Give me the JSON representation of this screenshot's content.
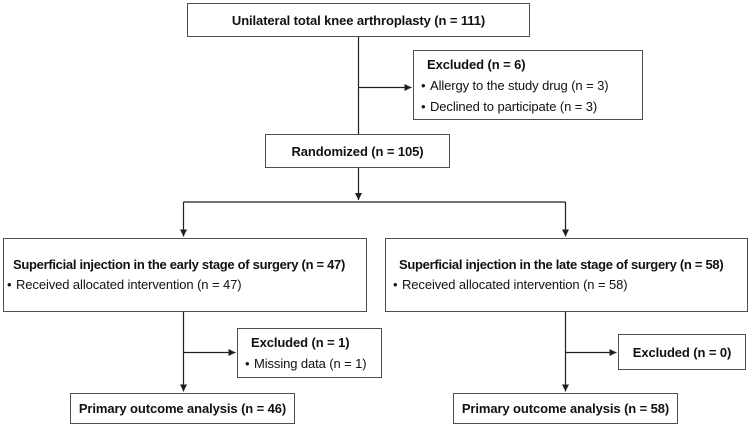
{
  "colors": {
    "background": "#ffffff",
    "box_border": "#4f4f4f",
    "connector": "#1f1f1f",
    "text": "#111111"
  },
  "flowchart": {
    "enrollment": {
      "label": "Unilateral total knee arthroplasty (n = 111)"
    },
    "excluded_enrollment": {
      "title": "Excluded (n = 6)",
      "bullets": [
        "Allergy to the study drug (n = 3)",
        "Declined to participate (n = 3)"
      ]
    },
    "randomized": {
      "label": "Randomized (n = 105)"
    },
    "arm_early": {
      "title": "Superficial injection in the early stage of surgery (n = 47)",
      "bullets": [
        "Received allocated intervention (n = 47)"
      ]
    },
    "arm_late": {
      "title": "Superficial injection in the late stage of surgery (n = 58)",
      "bullets": [
        "Received allocated intervention (n = 58)"
      ]
    },
    "excluded_early": {
      "title": "Excluded (n = 1)",
      "bullets": [
        "Missing data (n = 1)"
      ]
    },
    "excluded_late": {
      "title": "Excluded (n = 0)"
    },
    "outcome_early": {
      "label": "Primary outcome analysis (n = 46)"
    },
    "outcome_late": {
      "label": "Primary outcome analysis (n = 58)"
    }
  }
}
